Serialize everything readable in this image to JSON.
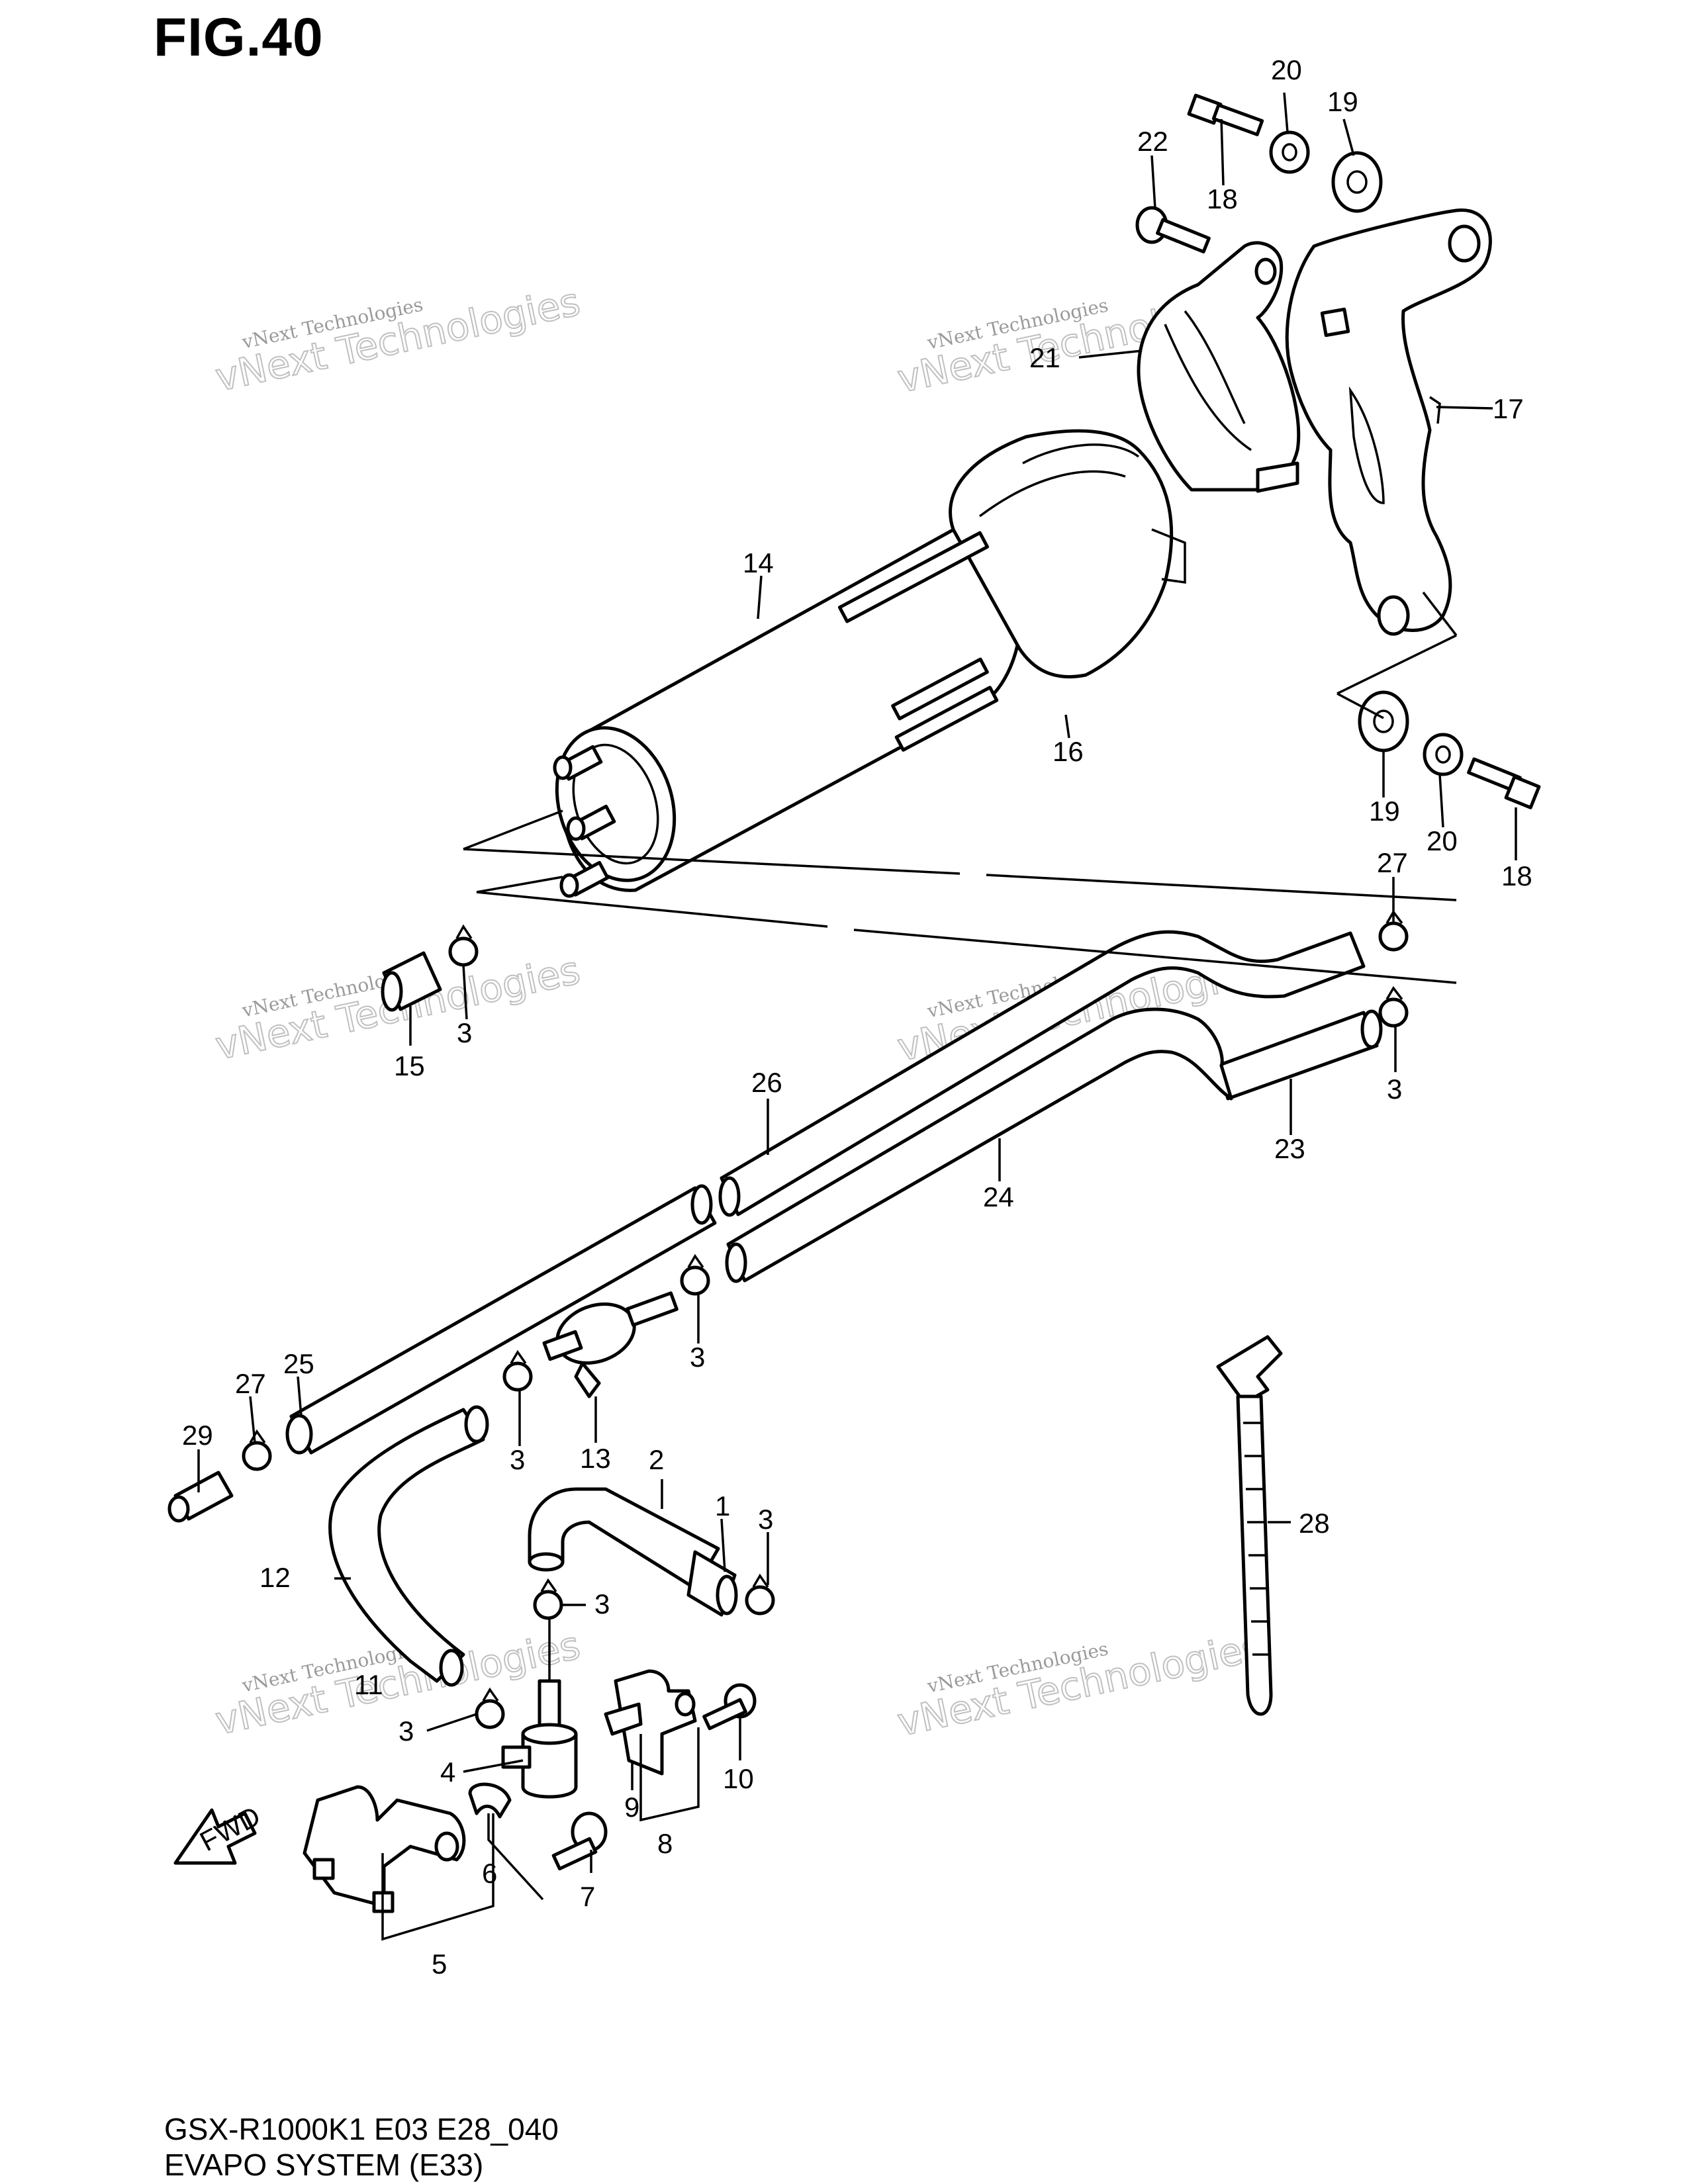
{
  "figure": {
    "title": "FIG.40",
    "code": "GSX-R1000K1 E03 E28_040",
    "name": "EVAPO SYSTEM (E33)"
  },
  "fwd_label": "FWD",
  "watermark": {
    "line1": "vNext Technologies",
    "line2": "vNext Technologies"
  },
  "callouts": {
    "c1": "1",
    "c2": "2",
    "c3a": "3",
    "c3b": "3",
    "c3c": "3",
    "c3d": "3",
    "c3e": "3",
    "c3f": "3",
    "c3g": "3",
    "c4": "4",
    "c5": "5",
    "c6": "6",
    "c7": "7",
    "c8": "8",
    "c9": "9",
    "c10": "10",
    "c11": "11",
    "c12": "12",
    "c13": "13",
    "c14": "14",
    "c15": "15",
    "c16": "16",
    "c17": "17",
    "c18a": "18",
    "c18b": "18",
    "c19a": "19",
    "c19b": "19",
    "c20a": "20",
    "c20b": "20",
    "c21": "21",
    "c22": "22",
    "c23": "23",
    "c24": "24",
    "c25": "25",
    "c26": "26",
    "c27a": "27",
    "c27b": "27",
    "c28": "28",
    "c29": "29"
  }
}
